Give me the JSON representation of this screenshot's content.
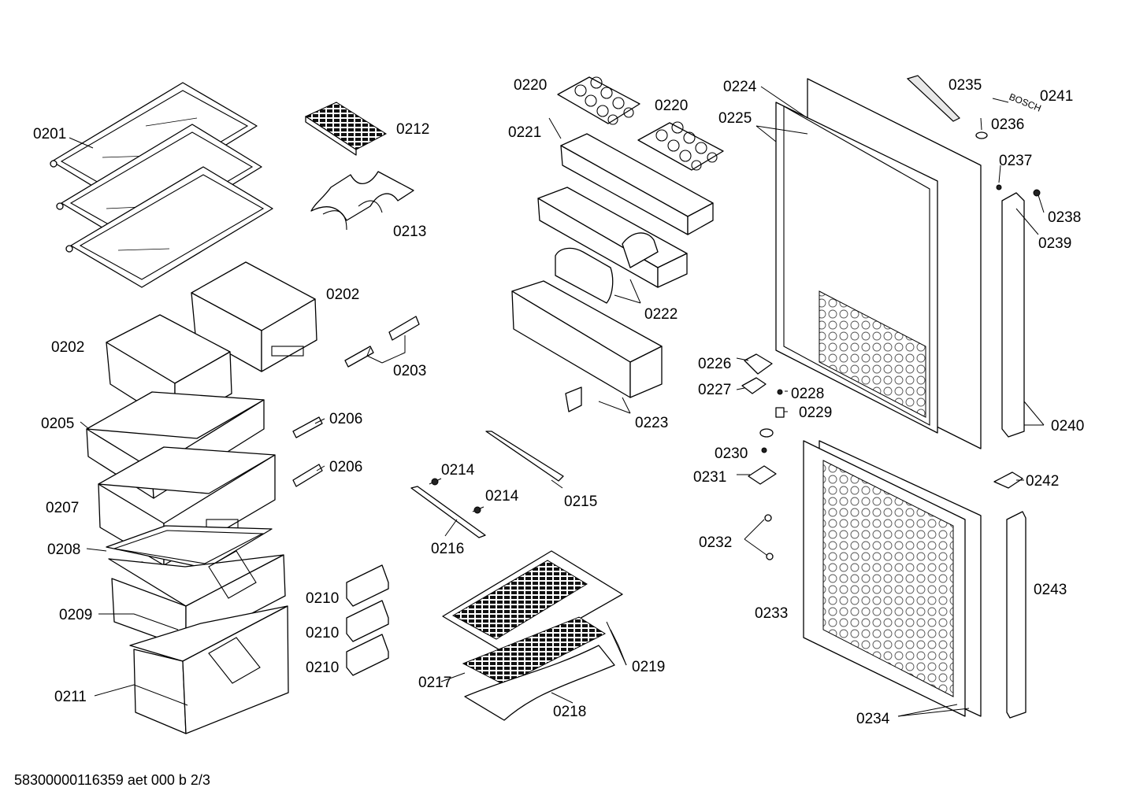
{
  "footer": {
    "document_code": "58300000116359 aet 000 b 2/3"
  },
  "brand_text": "BOSCH",
  "labels": {
    "p0201": "0201",
    "p0202a": "0202",
    "p0202b": "0202",
    "p0203": "0203",
    "p0205": "0205",
    "p0206a": "0206",
    "p0206b": "0206",
    "p0207": "0207",
    "p0208": "0208",
    "p0209": "0209",
    "p0210a": "0210",
    "p0210b": "0210",
    "p0210c": "0210",
    "p0211": "0211",
    "p0212": "0212",
    "p0213": "0213",
    "p0214a": "0214",
    "p0214b": "0214",
    "p0215": "0215",
    "p0216": "0216",
    "p0217": "0217",
    "p0218": "0218",
    "p0219": "0219",
    "p0220a": "0220",
    "p0220b": "0220",
    "p0221": "0221",
    "p0222": "0222",
    "p0223": "0223",
    "p0224": "0224",
    "p0225": "0225",
    "p0226": "0226",
    "p0227": "0227",
    "p0228": "0228",
    "p0229": "0229",
    "p0230": "0230",
    "p0231": "0231",
    "p0232": "0232",
    "p0233": "0233",
    "p0234": "0234",
    "p0235": "0235",
    "p0236": "0236",
    "p0237": "0237",
    "p0238": "0238",
    "p0239": "0239",
    "p0240": "0240",
    "p0241": "0241",
    "p0242": "0242",
    "p0243": "0243"
  }
}
